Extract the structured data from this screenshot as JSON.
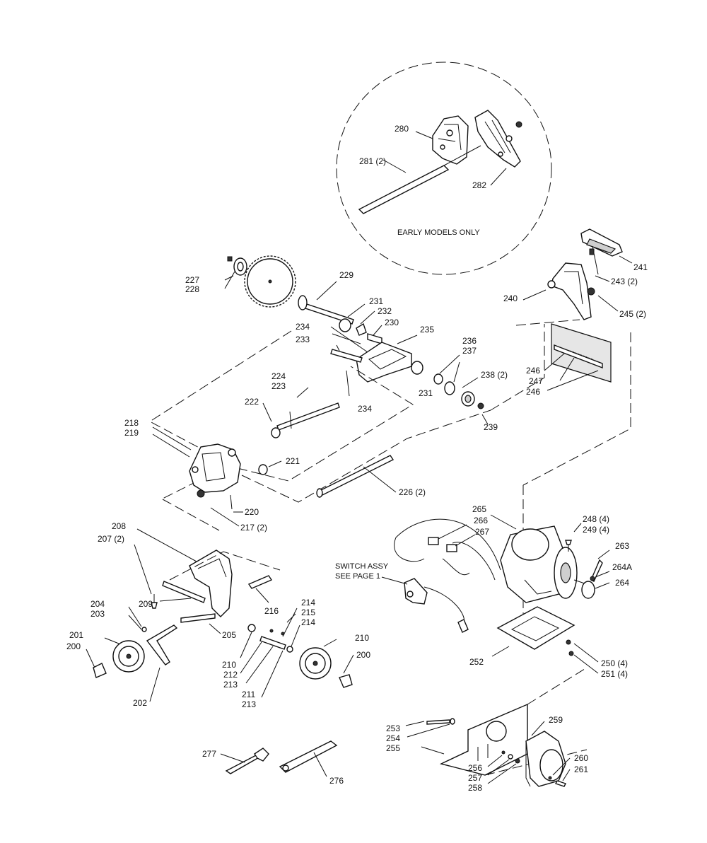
{
  "labels": {
    "l200a": "200",
    "l200b": "200",
    "l201": "201",
    "l202": "202",
    "l203": "203",
    "l204": "204",
    "l205": "205",
    "l207": "207 (2)",
    "l208": "208",
    "l209": "209",
    "l210a": "210",
    "l210b": "210",
    "l211": "211",
    "l212": "212",
    "l213a": "213",
    "l213b": "213",
    "l214a": "214",
    "l214b": "214",
    "l215": "215",
    "l216": "216",
    "l217": "217 (2)",
    "l218": "218",
    "l219": "219",
    "l220": "220",
    "l221": "221",
    "l222": "222",
    "l223": "223",
    "l224": "224",
    "l226": "226 (2)",
    "l227": "227",
    "l228": "228",
    "l229": "229",
    "l230": "230",
    "l231a": "231",
    "l231b": "231",
    "l232": "232",
    "l233": "233",
    "l234a": "234",
    "l234b": "234",
    "l235": "235",
    "l236": "236",
    "l237": "237",
    "l238": "238 (2)",
    "l239": "239",
    "l240": "240",
    "l241": "241",
    "l243": "243 (2)",
    "l245": "245 (2)",
    "l246a": "246",
    "l246b": "246",
    "l247": "247",
    "l248": "248 (4)",
    "l249": "249 (4)",
    "l250": "250 (4)",
    "l251": "251 (4)",
    "l252": "252",
    "l253": "253",
    "l254": "254",
    "l255": "255",
    "l256": "256",
    "l257": "257",
    "l258": "258",
    "l259": "259",
    "l260": "260",
    "l261": "261",
    "l263": "263",
    "l264": "264",
    "l264A": "264A",
    "l265": "265",
    "l266": "266",
    "l267": "267",
    "l276": "276",
    "l277": "277",
    "l280": "280",
    "l281": "281 (2)",
    "l282": "282"
  },
  "notes": {
    "early_models": "EARLY MODELS ONLY",
    "switch_line1": "SWITCH ASSY",
    "switch_line2": "SEE PAGE 1"
  }
}
